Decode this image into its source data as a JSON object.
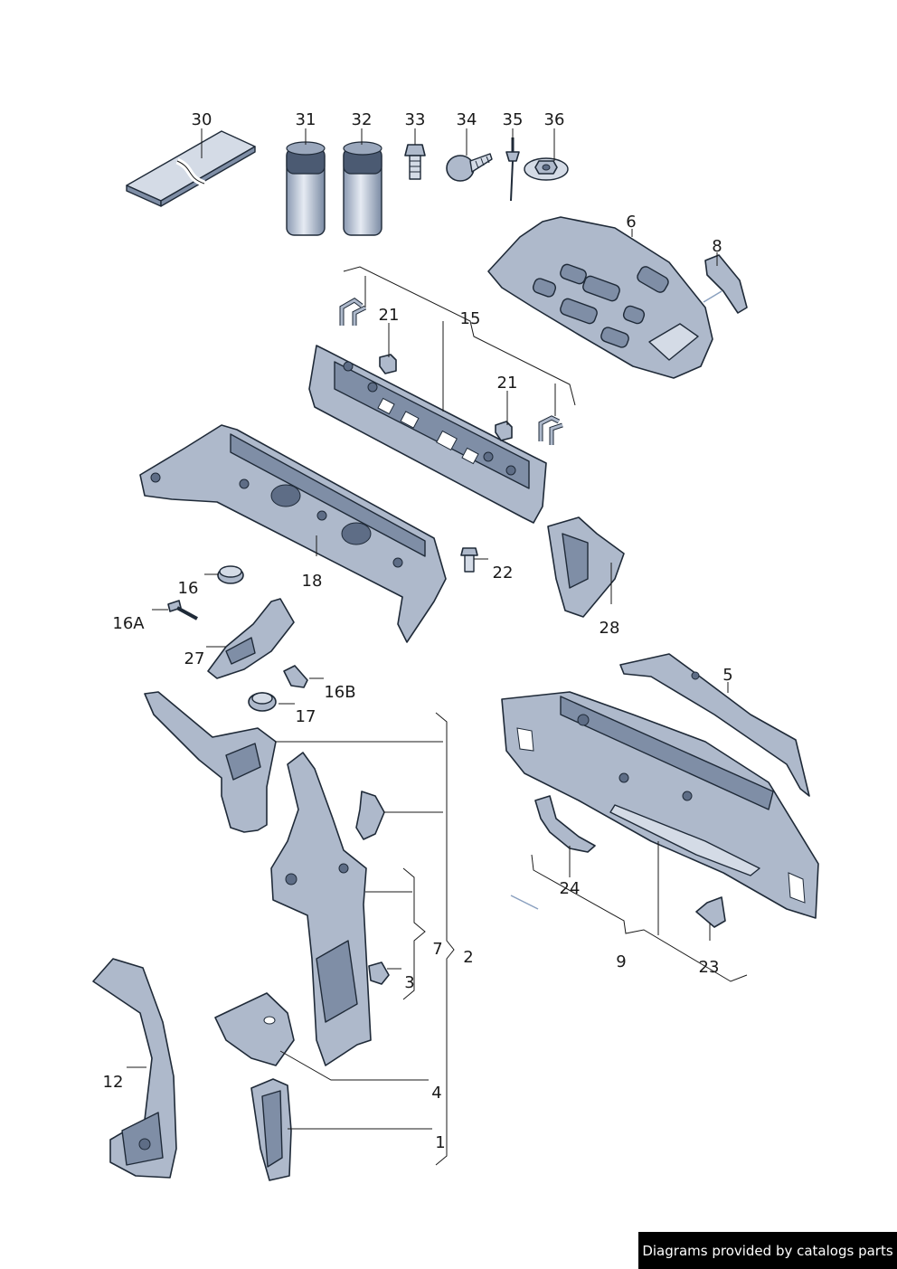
{
  "callouts": {
    "p30": "30",
    "p31": "31",
    "p32": "32",
    "p33": "33",
    "p34": "34",
    "p35": "35",
    "p36": "36",
    "p6": "6",
    "p8": "8",
    "p21a": "21",
    "p15": "15",
    "p21b": "21",
    "p18": "18",
    "p22": "22",
    "p16": "16",
    "p16A": "16A",
    "p27": "27",
    "p28": "28",
    "p16B": "16B",
    "p17": "17",
    "p5": "5",
    "p24": "24",
    "p9": "9",
    "p23": "23",
    "p7": "7",
    "p2": "2",
    "p3": "3",
    "p12": "12",
    "p4": "4",
    "p1": "1"
  },
  "credit": "Diagrams provided by catalogs parts"
}
